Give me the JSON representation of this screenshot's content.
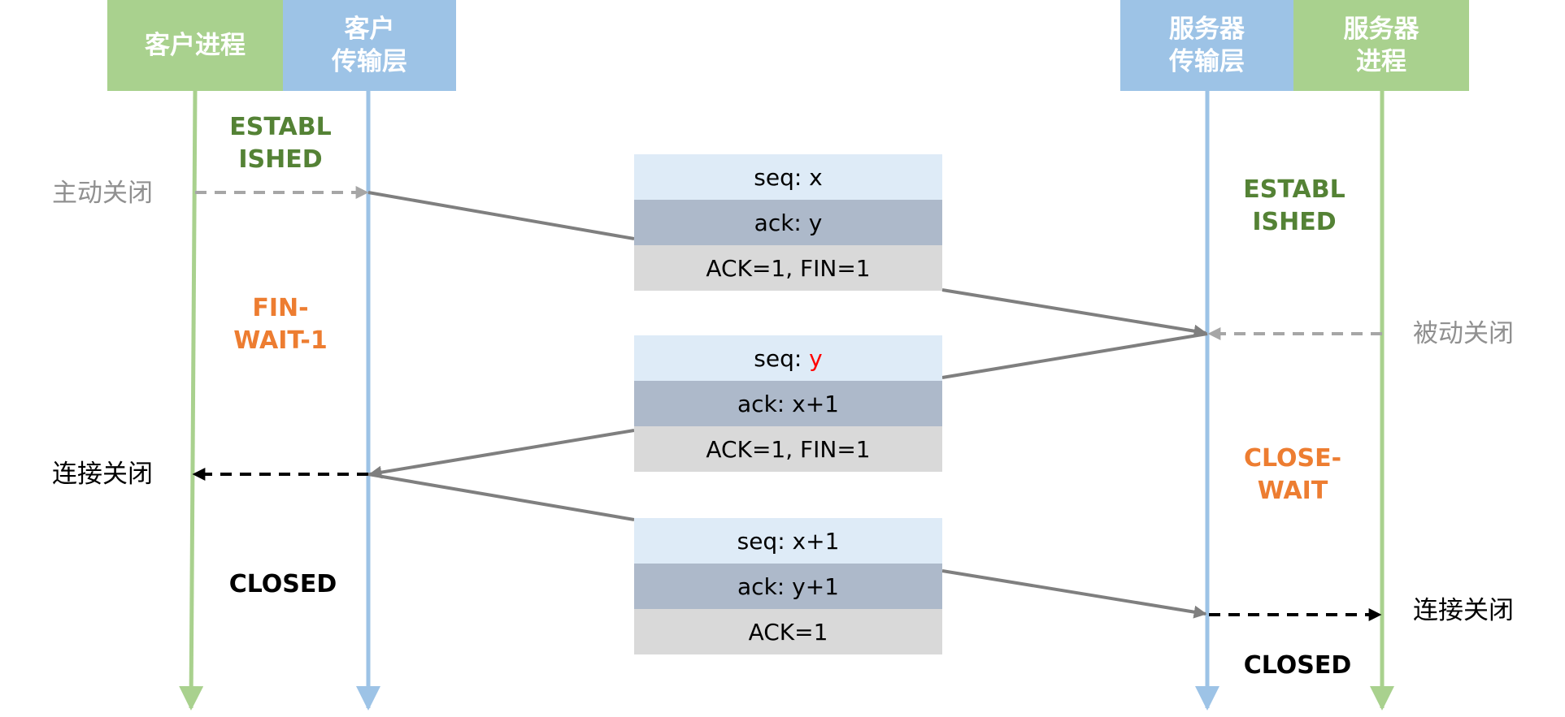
{
  "headers": {
    "client_process": "客户进程",
    "client_transport": "客户\n传输层",
    "server_transport": "服务器\n传输层",
    "server_process": "服务器\n进程"
  },
  "client_states": {
    "established": "ESTABL\nISHED",
    "fin_wait_1": "FIN-\nWAIT-1",
    "closed": "CLOSED"
  },
  "server_states": {
    "established": "ESTABL\nISHED",
    "close_wait": "CLOSE-\nWAIT",
    "closed": "CLOSED"
  },
  "events": {
    "active_close": "主动关闭",
    "passive_close": "被动关闭",
    "client_connection_closed": "连接关闭",
    "server_connection_closed": "连接关闭"
  },
  "packets": [
    {
      "seq_prefix": "seq: ",
      "seq_value": "x",
      "seq_highlight": false,
      "ack": "ack: y",
      "flags": "ACK=1, FIN=1"
    },
    {
      "seq_prefix": "seq: ",
      "seq_value": "y",
      "seq_highlight": true,
      "ack": "ack: x+1",
      "flags": "ACK=1, FIN=1"
    },
    {
      "seq_prefix": "seq: ",
      "seq_value": "x+1",
      "seq_highlight": false,
      "ack": "ack: y+1",
      "flags": "ACK=1"
    }
  ],
  "colors": {
    "process_green": "#a9d18e",
    "transport_blue": "#9dc3e6",
    "state_green": "#548235",
    "state_orange": "#ed7d31",
    "arrow_gray": "#7f7f7f",
    "event_gray": "#909090",
    "highlight_red": "#ff0000"
  }
}
